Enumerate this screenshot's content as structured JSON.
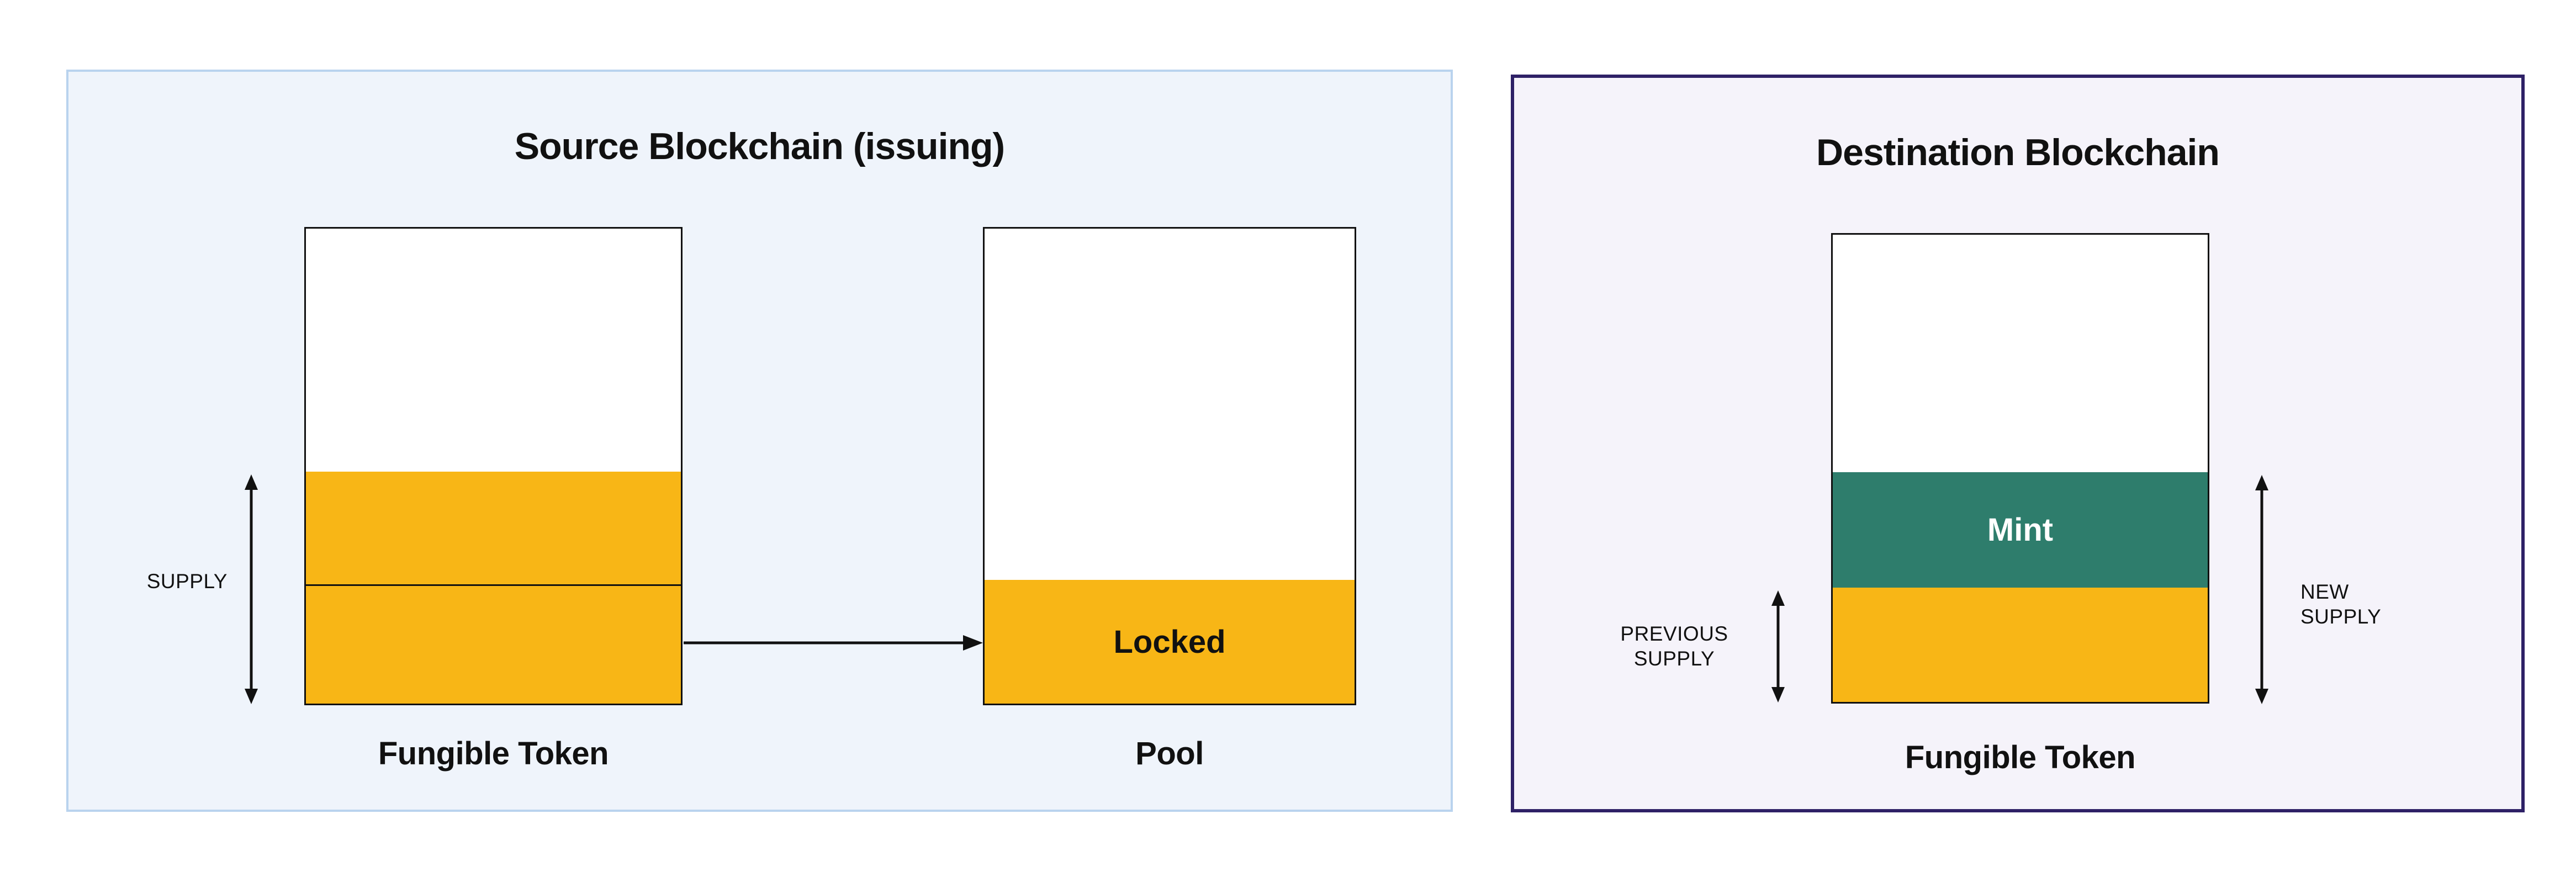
{
  "source_panel": {
    "title": "Source Blockchain (issuing)",
    "supply_label": "SUPPLY",
    "token_caption": "Fungible Token",
    "locked_label": "Locked",
    "pool_caption": "Pool"
  },
  "destination_panel": {
    "title": "Destination Blockchain",
    "previous_supply_line1": "PREVIOUS",
    "previous_supply_line2": "SUPPLY",
    "new_supply_line1": "NEW",
    "new_supply_line2": "SUPPLY",
    "mint_label": "Mint",
    "token_caption": "Fungible Token"
  },
  "colors": {
    "amber": "#F8B616",
    "teal": "#2E7D6C",
    "source-bg": "#EFF4FB",
    "source-border": "#B9D3EE",
    "dest-bg": "#F5F3FA",
    "dest-border": "#2E2166",
    "ink": "#111111"
  }
}
